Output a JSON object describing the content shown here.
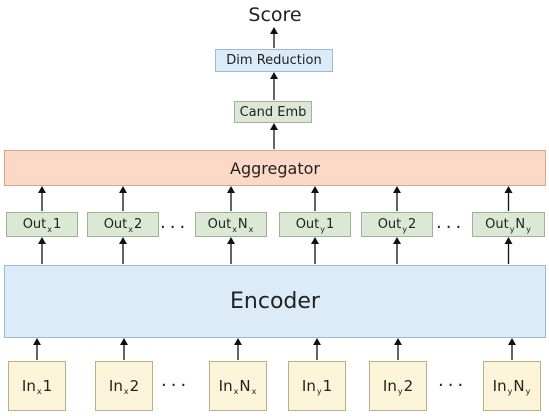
{
  "score_label": "Score",
  "dim_reduction": "Dim Reduction",
  "cand_emb": "Cand Emb",
  "aggregator": "Aggregator",
  "encoder": "Encoder",
  "ellipsis": "...",
  "outputs": [
    {
      "base": "Out",
      "sub": "x",
      "suffix": "1",
      "sub2": ""
    },
    {
      "base": "Out",
      "sub": "x",
      "suffix": "2",
      "sub2": ""
    },
    {
      "base": "Out",
      "sub": "x",
      "suffix": "N",
      "sub2": "x"
    },
    {
      "base": "Out",
      "sub": "y",
      "suffix": "1",
      "sub2": ""
    },
    {
      "base": "Out",
      "sub": "y",
      "suffix": "2",
      "sub2": ""
    },
    {
      "base": "Out",
      "sub": "y",
      "suffix": "N",
      "sub2": "y"
    }
  ],
  "inputs": [
    {
      "base": "In",
      "sub": "x",
      "suffix": "1",
      "sub2": ""
    },
    {
      "base": "In",
      "sub": "x",
      "suffix": "2",
      "sub2": ""
    },
    {
      "base": "In",
      "sub": "x",
      "suffix": "N",
      "sub2": "x"
    },
    {
      "base": "In",
      "sub": "y",
      "suffix": "1",
      "sub2": ""
    },
    {
      "base": "In",
      "sub": "y",
      "suffix": "2",
      "sub2": ""
    },
    {
      "base": "In",
      "sub": "y",
      "suffix": "N",
      "sub2": "y"
    }
  ],
  "colors": {
    "aggregator_fill": "#fbd9c6",
    "aggregator_border": "#d8a58a",
    "encoder_fill": "#dbebf8",
    "encoder_border": "#9dbad0",
    "dim_fill": "#dbebf8",
    "dim_border": "#9dbad0"
  }
}
